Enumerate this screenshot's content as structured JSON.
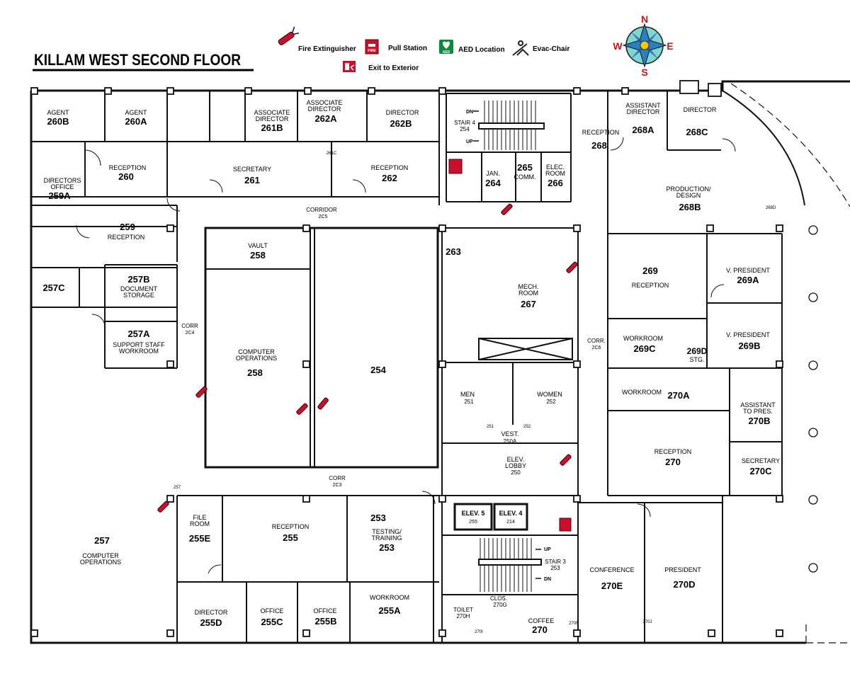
{
  "title": "KILLAM WEST SECOND FLOOR",
  "legend": {
    "fire_extinguisher": "Fire Extinguisher",
    "pull_station": "Pull Station",
    "aed_location": "AED Location",
    "evac_chair": "Evac-Chair",
    "exit_to_exterior": "Exit to Exterior",
    "pull_station_icon_text": "FIRE",
    "aed_icon_text": "AED"
  },
  "compass": {
    "n": "N",
    "s": "S",
    "e": "E",
    "w": "W"
  },
  "rooms": {
    "r260b": [
      "AGENT",
      "260B"
    ],
    "r260a": [
      "AGENT",
      "260A"
    ],
    "r261b": [
      "ASSOCIATE",
      "DIRECTOR",
      "261B"
    ],
    "r262a": [
      "ASSOCIATE",
      "DIRECTOR",
      "262A"
    ],
    "r262b": [
      "DIRECTOR",
      "262B"
    ],
    "r260": [
      "RECEPTION",
      "260"
    ],
    "r261": [
      "SECRETARY",
      "261"
    ],
    "r262": [
      "RECEPTION",
      "262"
    ],
    "r259a": [
      "DIRECTORS",
      "OFFICE",
      "259A"
    ],
    "r259": [
      "259",
      "RECEPTION"
    ],
    "r257c": [
      "257C"
    ],
    "r257b": [
      "257B",
      "DOCUMENT",
      "STORAGE"
    ],
    "r257a": [
      "257A",
      "SUPPORT STAFF",
      "WORKROOM"
    ],
    "r258v": [
      "VAULT",
      "258"
    ],
    "r258": [
      "COMPUTER",
      "OPERATIONS",
      "258"
    ],
    "r254": [
      "254"
    ],
    "r263": [
      "263"
    ],
    "r267": [
      "MECH.",
      "ROOM",
      "267"
    ],
    "r264": [
      "JAN.",
      "264"
    ],
    "r265": [
      "265",
      "COMM."
    ],
    "r266": [
      "ELEC.",
      "ROOM",
      "266"
    ],
    "r268": [
      "RECEPTION",
      "268"
    ],
    "r268a": [
      "ASSISTANT",
      "DIRECTOR",
      "268A"
    ],
    "r268c": [
      "DIRECTOR",
      "268C"
    ],
    "r268b": [
      "PRODUCTION/",
      "DESIGN",
      "268B"
    ],
    "r269": [
      "269",
      "RECEPTION"
    ],
    "r269a": [
      "V. PRESIDENT",
      "269A"
    ],
    "r269b": [
      "V. PRESIDENT",
      "269B"
    ],
    "r269c": [
      "WORKROOM",
      "269C"
    ],
    "r269d": [
      "269D",
      "STG."
    ],
    "r270a": [
      "WORKROOM",
      "270A"
    ],
    "r270b": [
      "ASSISTANT",
      "TO PRES.",
      "270B"
    ],
    "r270": [
      "RECEPTION",
      "270"
    ],
    "r270c": [
      "SECRETARY",
      "270C"
    ],
    "r270e": [
      "CONFERENCE",
      "270E"
    ],
    "r270d": [
      "PRESIDENT",
      "270D"
    ],
    "r270coffee": [
      "COFFEE",
      "270"
    ],
    "r270h": [
      "TOILET",
      "270H"
    ],
    "r270g": [
      "CLOS.",
      "270G"
    ],
    "r257": [
      "257",
      "COMPUTER",
      "OPERATIONS"
    ],
    "r255e": [
      "FILE",
      "ROOM",
      "255E"
    ],
    "r255": [
      "RECEPTION",
      "255"
    ],
    "r253": [
      "253",
      "TESTING/",
      "TRAINING",
      "253"
    ],
    "r255d": [
      "DIRECTOR",
      "255D"
    ],
    "r255c": [
      "OFFICE",
      "255C"
    ],
    "r255b": [
      "OFFICE",
      "255B"
    ],
    "r255a": [
      "WORKROOM",
      "255A"
    ],
    "r251": [
      "MEN",
      "251"
    ],
    "r252": [
      "WOMEN",
      "252"
    ],
    "r250a": [
      "VEST.",
      "250A"
    ],
    "r250": [
      "ELEV.",
      "LOBBY",
      "250"
    ],
    "stair4": [
      "STAIR 4",
      "254"
    ],
    "stair3": [
      "STAIR 3",
      "253"
    ],
    "elev5": [
      "ELEV. 5",
      "255"
    ],
    "elev4": [
      "ELEV. 4",
      "214"
    ]
  },
  "corridors": {
    "c205": [
      "CORRIDOR",
      "2C5"
    ],
    "c204": [
      "CORR",
      "2C4"
    ],
    "c203": [
      "CORR",
      "2C3"
    ],
    "c206": [
      "CORR.",
      "2C6"
    ]
  },
  "stair_labels": {
    "dn": "DN",
    "up": "UP"
  },
  "tags": {
    "t261c": "261C",
    "t268d": "268D",
    "t257d": "257",
    "t251": "251",
    "t252": "252",
    "t270f": "270F",
    "t270j": "270J",
    "t270i": "270I"
  }
}
